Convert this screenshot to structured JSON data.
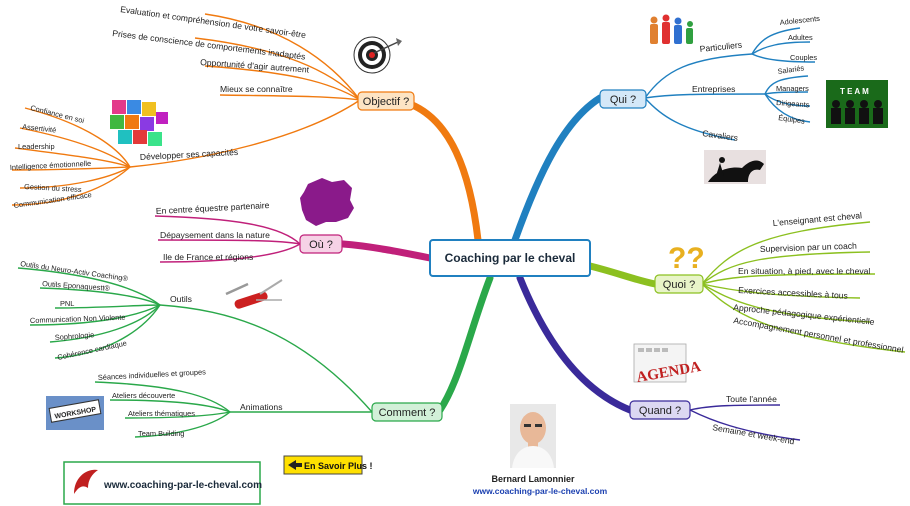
{
  "center": {
    "label": "Coaching par le cheval"
  },
  "objectif": {
    "label": "Objectif ?",
    "items": [
      "Evaluation et compréhension de votre savoir-être",
      "Prises de conscience de comportements inadaptés",
      "Opportunité d'agir autrement",
      "Mieux se connaître"
    ],
    "capacites": {
      "label": "Développer ses capacités",
      "items": [
        "Confiance en soi",
        "Assertivité",
        "Leadership",
        "Intelligence émotionnelle",
        "Gestion du stress",
        "Communication efficace"
      ]
    }
  },
  "ou": {
    "label": "Où ?",
    "items": [
      "En centre équestre partenaire",
      "Dépaysement dans la nature",
      "Ile de France et régions"
    ]
  },
  "comment": {
    "label": "Comment ?",
    "outils": {
      "label": "Outils",
      "items": [
        "Outils du Neuro-Activ Coaching®",
        "Outils Eponaquestt®",
        "PNL",
        "Communication Non Violente",
        "Sophrologie",
        "Cohérence cardiaque"
      ]
    },
    "animations": {
      "label": "Animations",
      "items": [
        "Séances individuelles et groupes",
        "Ateliers découverte",
        "Ateliers thématiques",
        "Team Building"
      ]
    }
  },
  "qui": {
    "label": "Qui ?",
    "particuliers": {
      "label": "Particuliers",
      "items": [
        "Adolescents",
        "Adultes",
        "Couples"
      ]
    },
    "entreprises": {
      "label": "Entreprises",
      "items": [
        "Salariés",
        "Managers",
        "Dirigeants",
        "Équipes"
      ]
    },
    "cavaliers": {
      "label": "Cavaliers"
    }
  },
  "quoi": {
    "label": "Quoi ?",
    "items": [
      "L'enseignant est cheval",
      "Supervision par un coach",
      "En situation, à pied, avec le cheval",
      "Exercices accessibles à tous",
      "Approche pédagogique expérientielle",
      "Accompagnement personnel et professionnel"
    ]
  },
  "quand": {
    "label": "Quand ?",
    "items": [
      "Toute l'année",
      "Semaine et week-end"
    ]
  },
  "images": {
    "team_text": "T E A M",
    "agenda_text": "AGENDA",
    "workshop_text": "WORKSHOP",
    "question_marks": "??"
  },
  "footer": {
    "website": "www.coaching-par-le-cheval.com",
    "en_savoir_plus": "En Savoir Plus !",
    "author_name": "Bernard Lamonnier",
    "author_url": "www.coaching-par-le-cheval.com"
  },
  "colors": {
    "objectif": "#f07a10",
    "ou": "#c0207a",
    "comment": "#2aa84a",
    "qui": "#2080c0",
    "quoi": "#8cc020",
    "quand": "#3a2a9a"
  }
}
